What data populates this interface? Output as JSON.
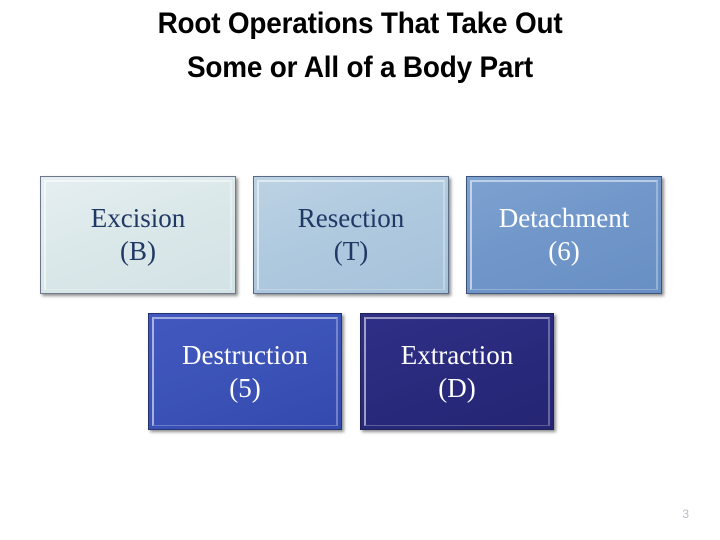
{
  "slide": {
    "title": "Root Operations That Take Out\nSome or All of a Body Part",
    "page_number": "3",
    "background_color": "#FFFFFF"
  },
  "diagram": {
    "type": "flow-boxes",
    "rows": [
      {
        "name": "top-row",
        "boxes": [
          {
            "id": "excision",
            "label": "Excision\n(B)",
            "operation": "Excision",
            "code": "B",
            "fill_color": "#DEE9EA",
            "text_color": "#1F3864"
          },
          {
            "id": "resection",
            "label": "Resection\n(T)",
            "operation": "Resection",
            "code": "T",
            "fill_color": "#AFC9DF",
            "text_color": "#1F3864"
          },
          {
            "id": "detachment",
            "label": "Detachment\n(6)",
            "operation": "Detachment",
            "code": "6",
            "fill_color": "#7197CA",
            "text_color": "#FFFFFF"
          }
        ]
      },
      {
        "name": "bottom-row",
        "boxes": [
          {
            "id": "destruction",
            "label": "Destruction\n(5)",
            "operation": "Destruction",
            "code": "5",
            "fill_color": "#3C53B8",
            "text_color": "#FFFFFF"
          },
          {
            "id": "extraction",
            "label": "Extraction\n(D)",
            "operation": "Extraction",
            "code": "D",
            "fill_color": "#2A2A7E",
            "text_color": "#FFFFFF"
          }
        ]
      }
    ]
  }
}
